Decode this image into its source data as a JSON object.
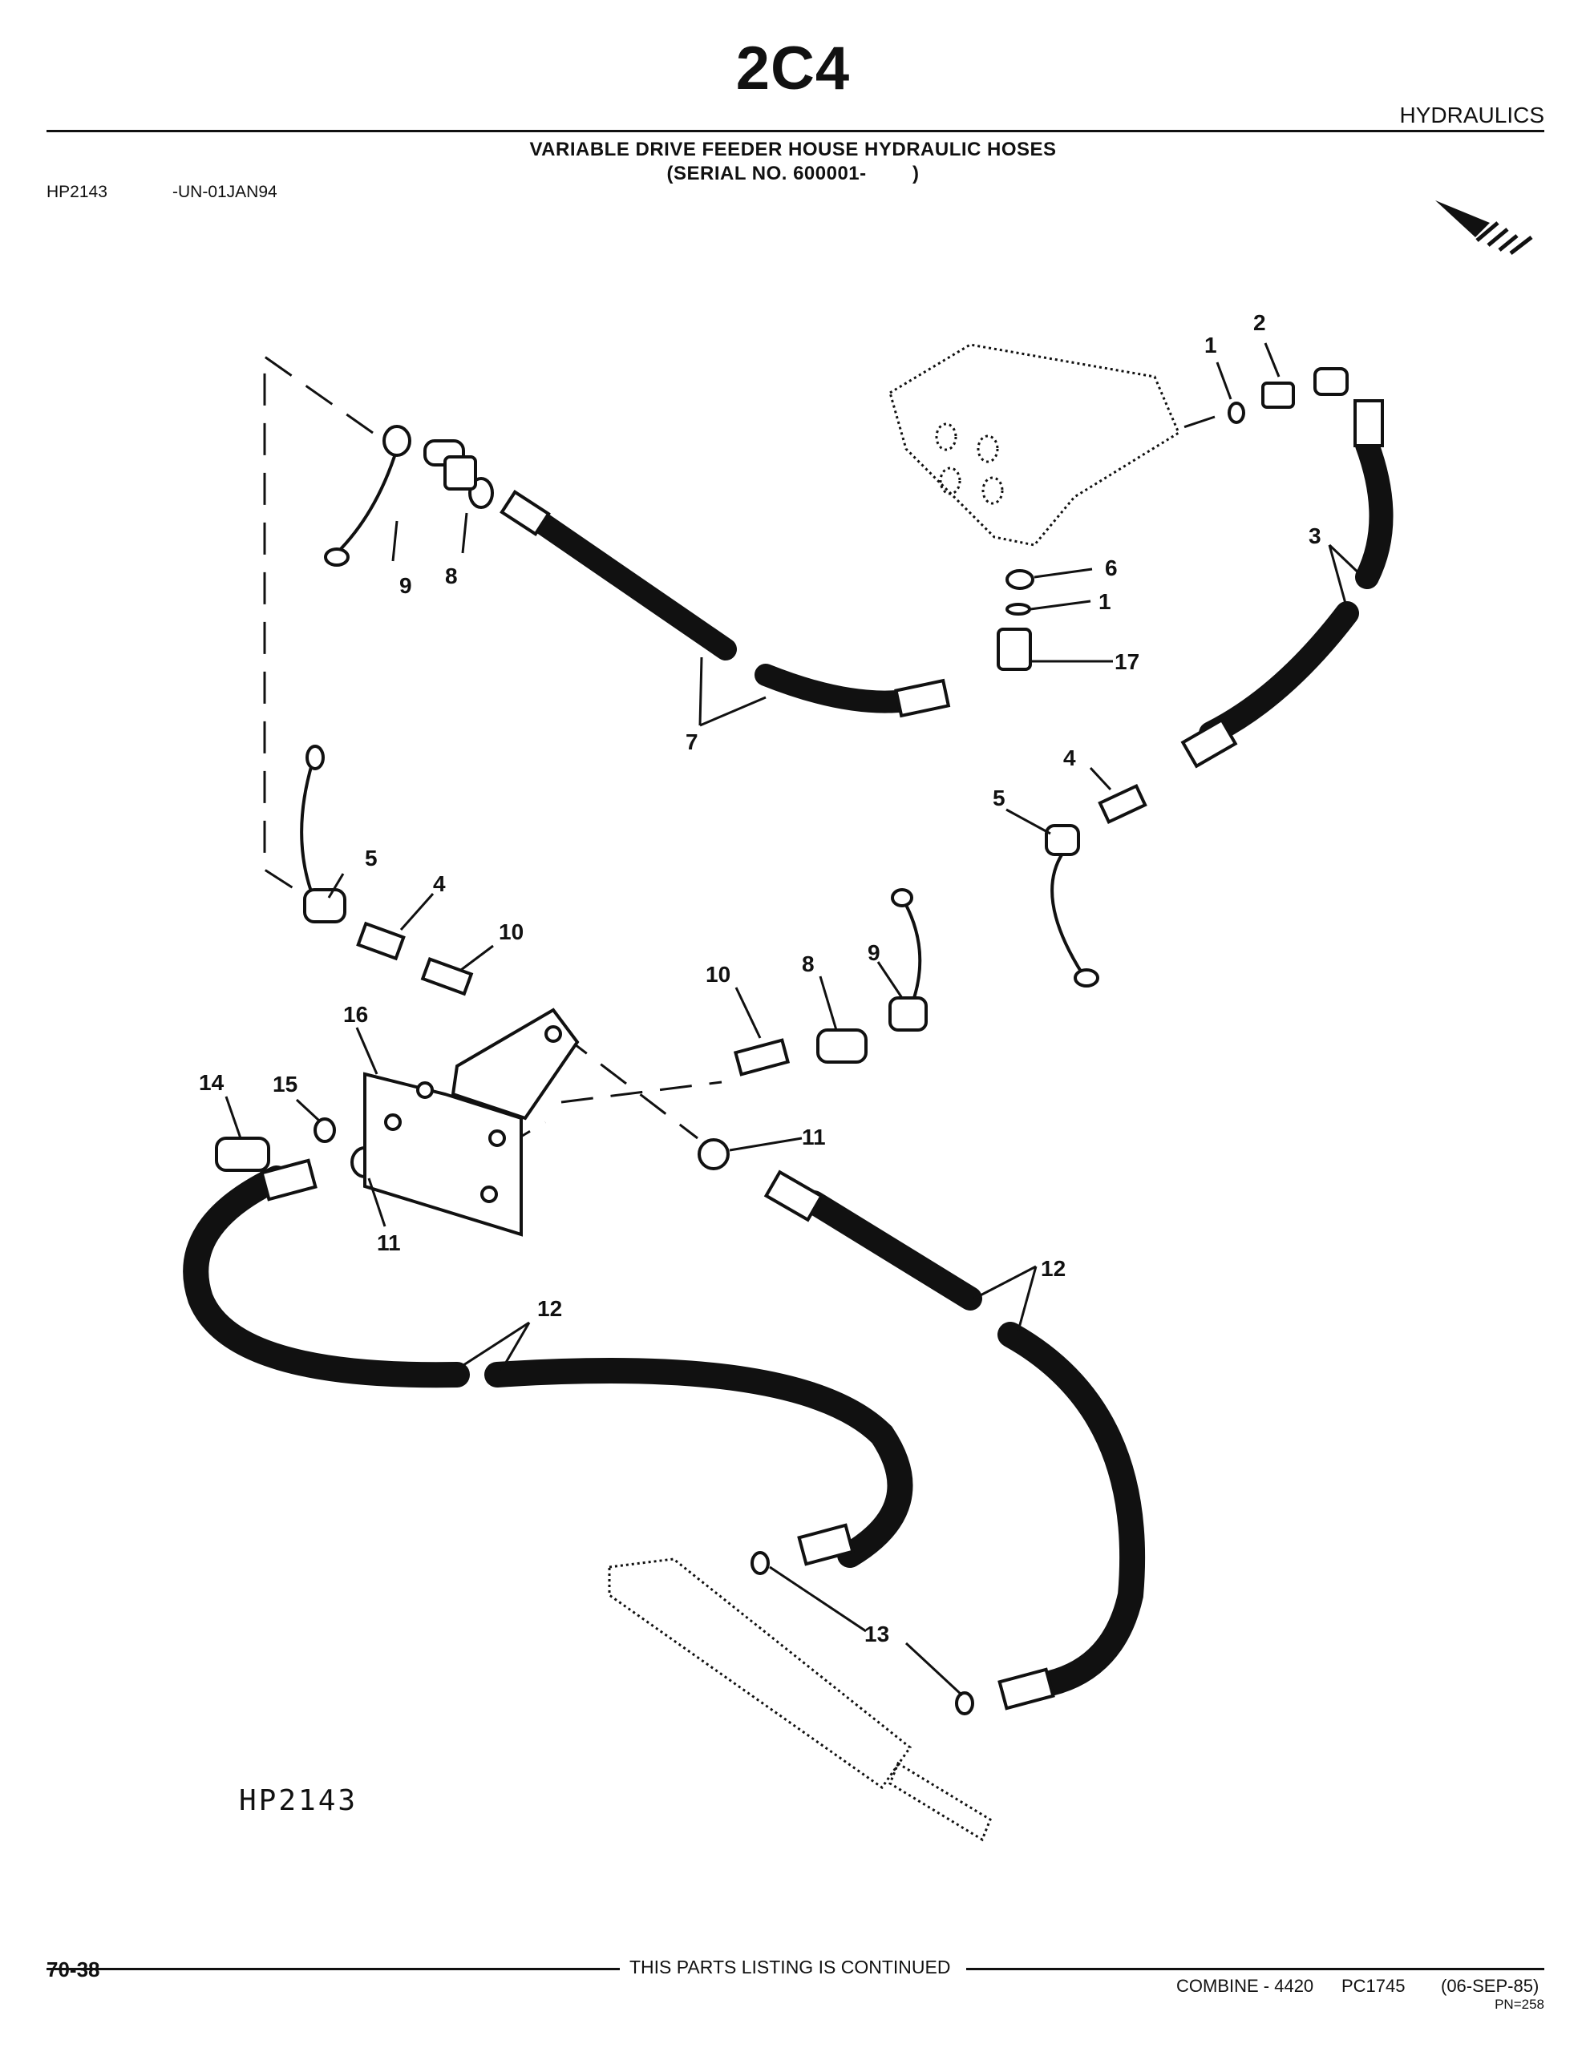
{
  "header": {
    "section_code": "2C4",
    "section_name": "HYDRAULICS",
    "title_line1": "VARIABLE DRIVE FEEDER HOUSE HYDRAULIC HOSES",
    "title_line2": "(SERIAL NO. 600001-        )",
    "ref_code": "HP2143",
    "ref_date": "-UN-01JAN94"
  },
  "diagram": {
    "image_code": "HP2143",
    "callouts": [
      "1",
      "2",
      "3",
      "4",
      "5",
      "6",
      "7",
      "8",
      "9",
      "10",
      "11",
      "12",
      "13",
      "14",
      "15",
      "16",
      "17"
    ],
    "icons": [
      "direction-arrow-icon"
    ]
  },
  "footer": {
    "page_number": "70-38",
    "continued": "THIS PARTS LISTING IS CONTINUED",
    "machine": "COMBINE - 4420",
    "pc": "PC1745",
    "date": "(06-SEP-85)",
    "pn": "PN=258"
  }
}
